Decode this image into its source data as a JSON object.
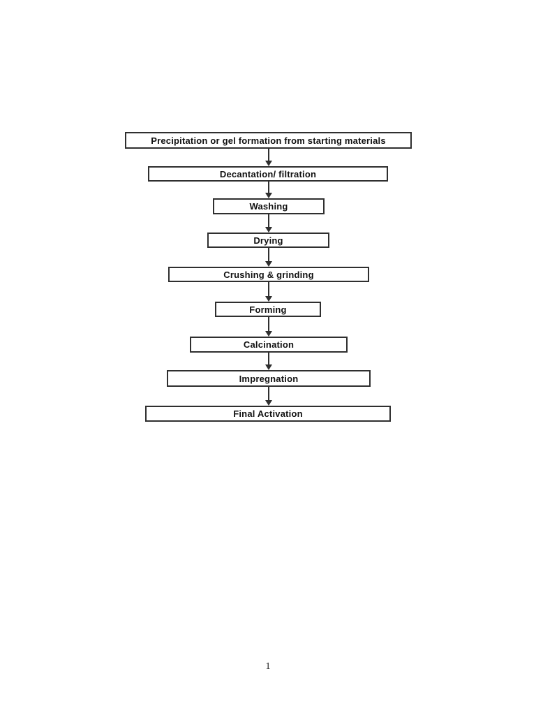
{
  "document": {
    "page_number": "1"
  },
  "flowchart": {
    "steps": [
      "Precipitation or gel formation from starting materials",
      "Decantation/ filtration",
      "Washing",
      "Drying",
      "Crushing & grinding",
      "Forming",
      "Calcination",
      "Impregnation",
      "Final Activation"
    ],
    "colors": {
      "box_border": "#2f2f2f",
      "box_fill": "#ffffff",
      "text": "#111111",
      "arrow": "#2f2f2f",
      "page_background": "#ffffff"
    }
  }
}
